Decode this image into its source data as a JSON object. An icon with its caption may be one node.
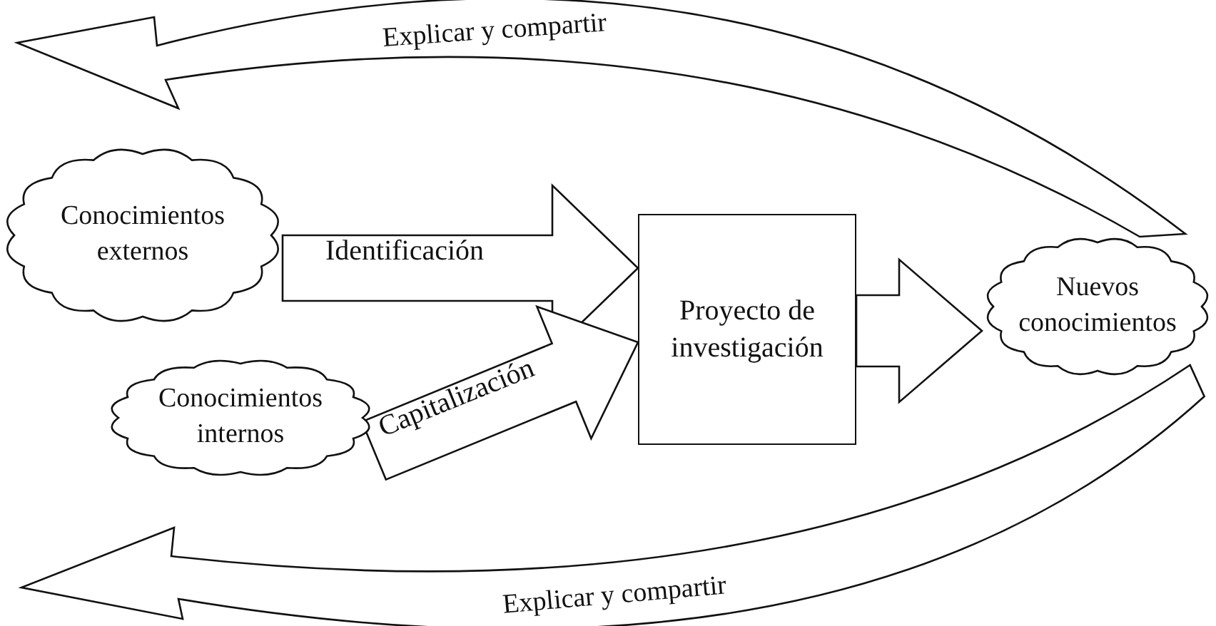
{
  "diagram": {
    "nodes": [
      {
        "text": [
          "Conocimientos externos"
        ]
      },
      {
        "text": [
          "Conocimientos internos"
        ]
      },
      {
        "text": [
          "Proyecto de investigación"
        ]
      },
      {
        "text": [
          "Nuevos conocimientos"
        ]
      }
    ],
    "edges": [
      {
        "from": 0,
        "to": 2,
        "arrow": "to",
        "label": "Identificación"
      },
      {
        "from": 1,
        "to": 2,
        "arrow": "to",
        "label": "Capitalización"
      },
      {
        "from": 2,
        "to": 3,
        "arrow": "to"
      },
      {
        "from": 3,
        "to": null,
        "arrow": "to",
        "label": "Explicar y compartir"
      },
      {
        "from": 3,
        "to": null,
        "arrow": "to",
        "label": "Explicar y compartir"
      }
    ]
  }
}
